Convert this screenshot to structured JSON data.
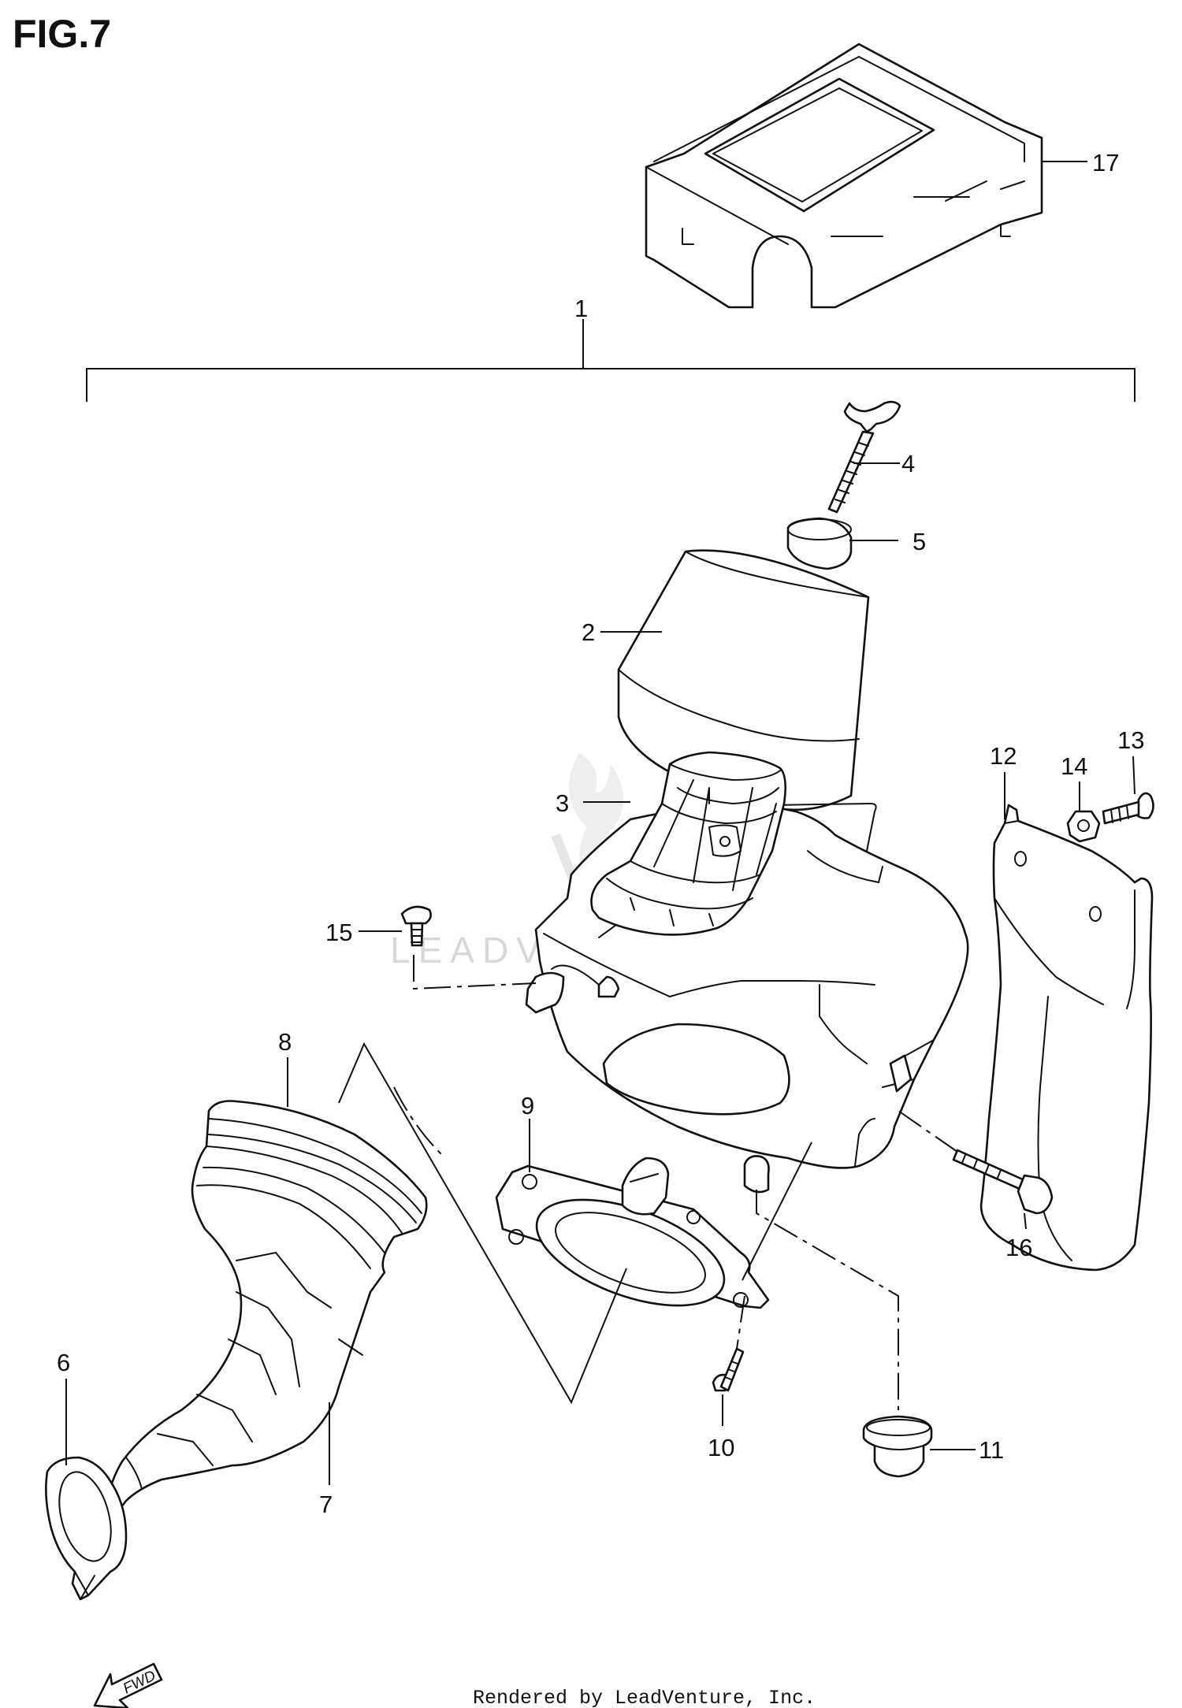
{
  "figure": {
    "title": "FIG.7",
    "credit": "Rendered by LeadVenture, Inc.",
    "watermark": "LEADVENTURE",
    "direction_label": "FWD"
  },
  "callouts": [
    "1",
    "2",
    "3",
    "4",
    "5",
    "6",
    "7",
    "8",
    "9",
    "10",
    "11",
    "12",
    "13",
    "14",
    "15",
    "16",
    "17"
  ],
  "colors": {
    "ink": "#111111",
    "background": "#ffffff",
    "watermark": "#d8d8d8"
  }
}
